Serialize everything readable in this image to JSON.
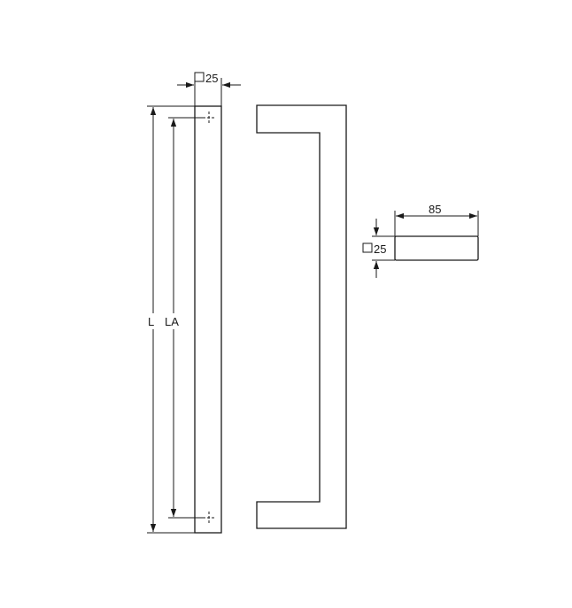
{
  "labels": {
    "front_width": "25",
    "length_total": "L",
    "length_axis": "LA",
    "projection": "85",
    "section_size": "25"
  },
  "colors": {
    "line": "#1a1a1a",
    "background": "#ffffff"
  }
}
